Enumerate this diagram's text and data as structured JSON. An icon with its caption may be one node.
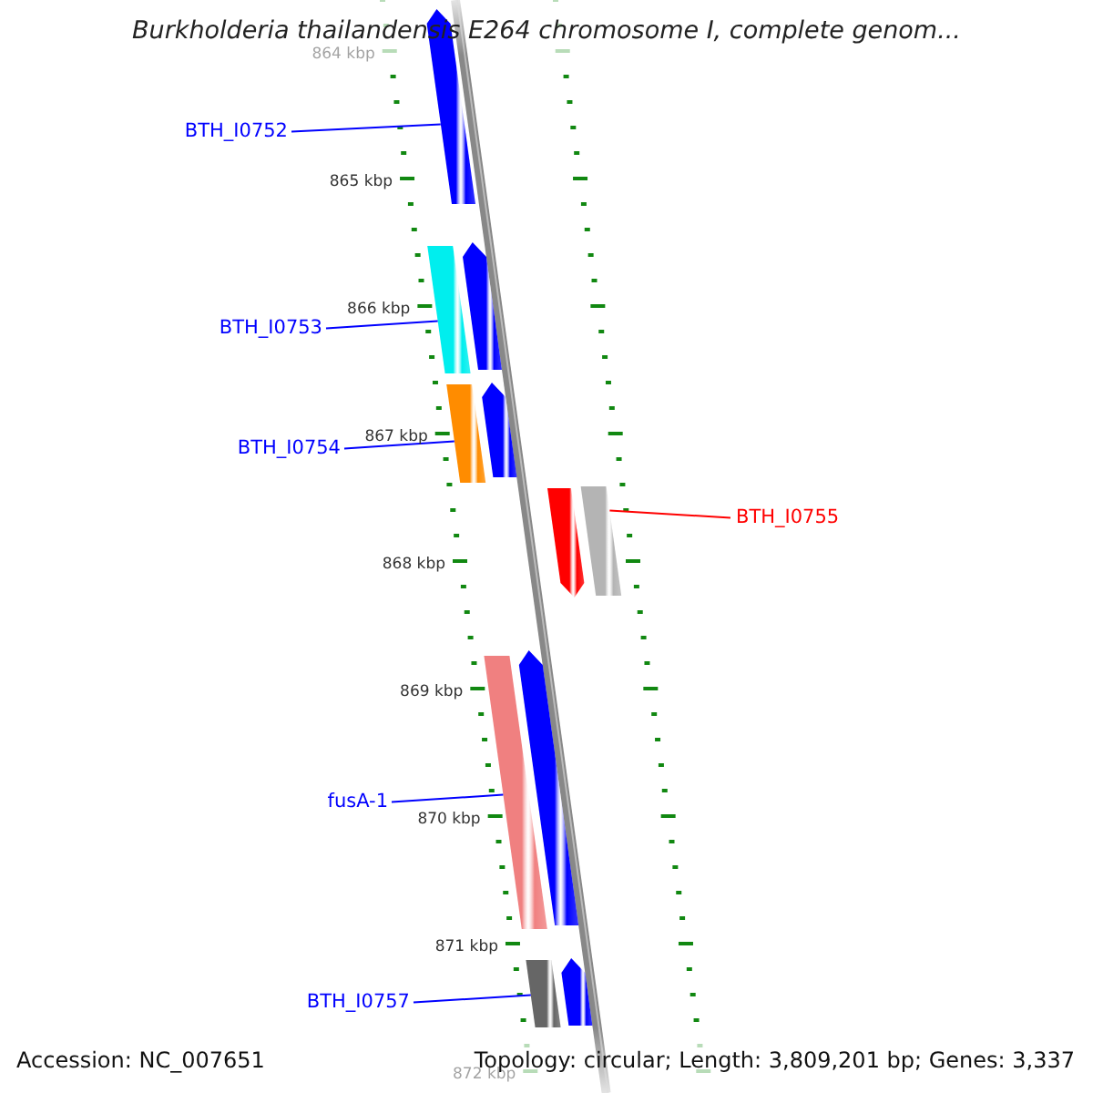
{
  "diagram": {
    "title": "Burkholderia thailandensis E264 chromosome I, complete genom...",
    "nodes": [
      {
        "text": [
          "BTH_I0752"
        ]
      },
      {
        "text": [],
        "shape": "bar"
      },
      {
        "text": [
          "BTH_I0753"
        ]
      },
      {
        "text": [],
        "shape": "bar"
      },
      {
        "text": [],
        "shape": "bar"
      },
      {
        "text": [
          "BTH_I0754"
        ]
      },
      {
        "text": [],
        "shape": "bar"
      },
      {
        "text": [],
        "shape": "bar"
      },
      {
        "text": [],
        "shape": "bar"
      },
      {
        "text": [],
        "shape": "bar"
      },
      {
        "text": [
          "BTH_I0755"
        ]
      },
      {
        "text": [
          "fusA-1"
        ]
      },
      {
        "text": [],
        "shape": "bar"
      },
      {
        "text": [],
        "shape": "bar"
      },
      {
        "text": [
          "BTH_I0757"
        ]
      },
      {
        "text": [],
        "shape": "bar"
      },
      {
        "text": [],
        "shape": "bar"
      }
    ],
    "edges": [
      {
        "from": 0,
        "to": 1,
        "arrow": "none"
      },
      {
        "from": 2,
        "to": 3,
        "arrow": "none"
      },
      {
        "from": 5,
        "to": 6,
        "arrow": "none"
      },
      {
        "from": 10,
        "to": 9,
        "arrow": "none",
        "color": "#ff0000"
      },
      {
        "from": 11,
        "to": 12,
        "arrow": "none"
      },
      {
        "from": 14,
        "to": 15,
        "arrow": "none"
      }
    ],
    "labels": [
      "864 kbp",
      "865 kbp",
      "866 kbp",
      "867 kbp",
      "868 kbp",
      "869 kbp",
      "870 kbp",
      "871 kbp",
      "872 kbp",
      "Accession: NC_007651",
      "Topology: circular; Length: 3,809,201 bp; Genes: 3,337"
    ]
  }
}
